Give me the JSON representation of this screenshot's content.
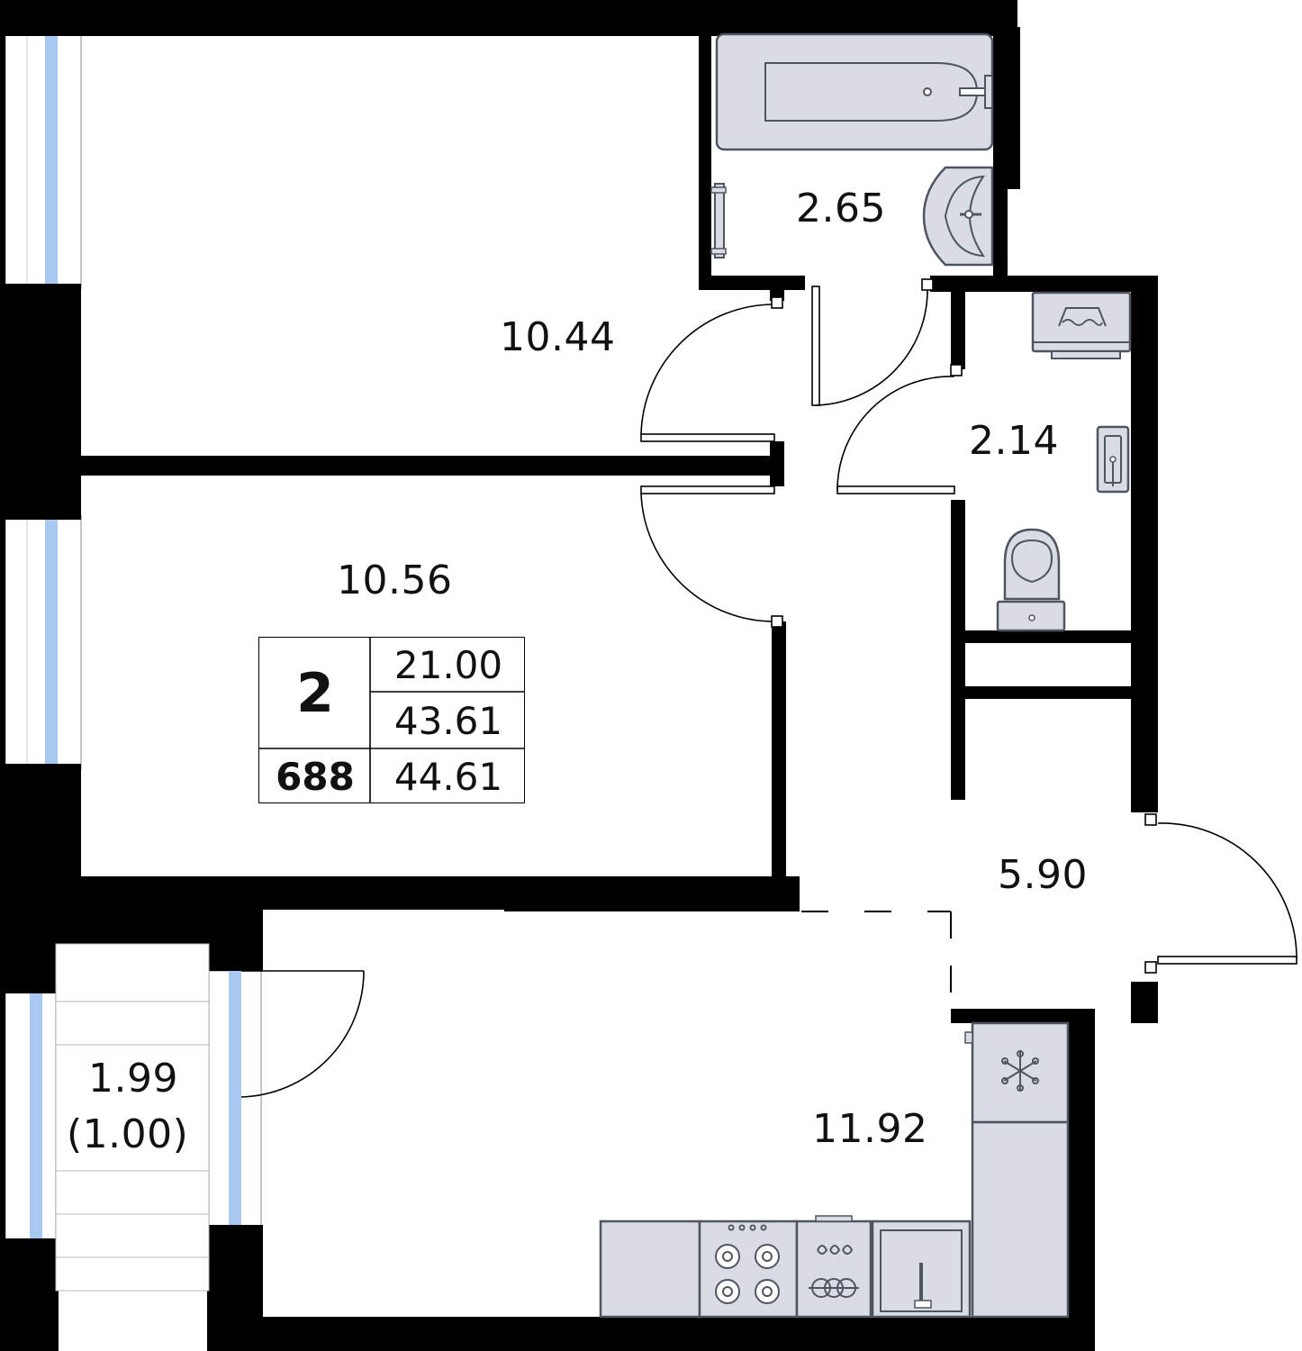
{
  "rooms": {
    "bedroom_1_area": "10.44",
    "bathroom_area": "2.65",
    "toilet_area": "2.14",
    "bedroom_2_area": "10.56",
    "hall_area": "5.90",
    "kitchen_area": "11.92",
    "balcony_area": "1.99",
    "balcony_reduced_area": "(1.00)"
  },
  "info": {
    "rooms_count": "2",
    "apartment_number": "688",
    "living_area": "21.00",
    "total_area": "43.61",
    "total_area_with_balcony": "44.61"
  },
  "colors": {
    "walls": "#000000",
    "fixtures": "#d9dde3",
    "fixture_outline": "#4f5560",
    "window_glass": "#a9c9f0"
  },
  "icons": [
    "bathtub-icon",
    "sink-icon",
    "towel-rail-icon",
    "washing-machine-icon",
    "toilet-sink-icon",
    "toilet-icon",
    "fridge-snowflake-icon",
    "cooktop-icon",
    "oven-icon",
    "kitchen-sink-icon"
  ]
}
